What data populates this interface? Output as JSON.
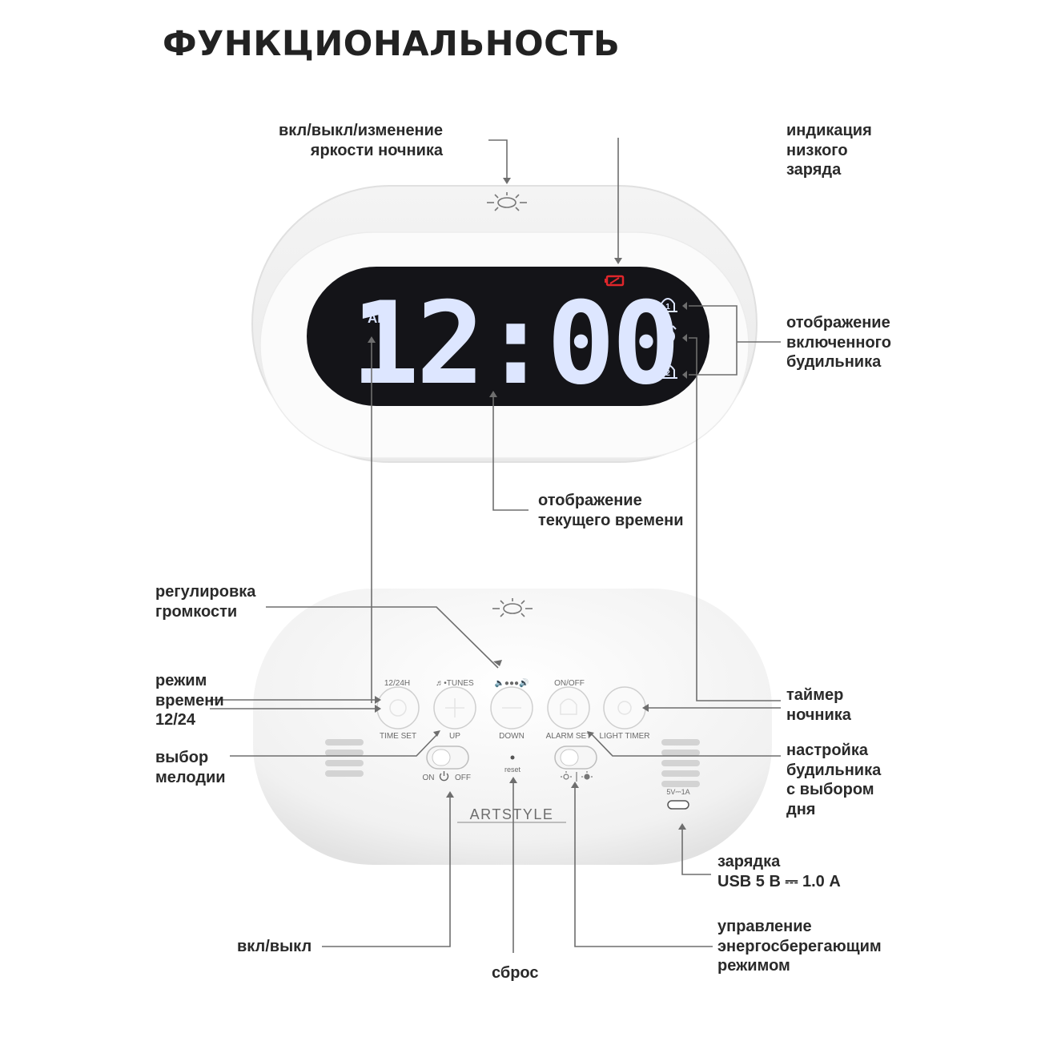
{
  "title": "ФУНКЦИОНАЛЬНОСТЬ",
  "display": {
    "ampm": "AM",
    "time": "12:00",
    "alarm1": "1",
    "alarm2": "2"
  },
  "back_panel": {
    "top_labels": [
      "12/24H",
      "♬•TUNES",
      "🔈●●●🔊",
      "ON/OFF"
    ],
    "bottom_labels": [
      "TIME SET",
      "UP",
      "DOWN",
      "ALARM SET",
      "LIGHT TIMER"
    ],
    "power_switch": {
      "on": "ON",
      "off": "OFF"
    },
    "reset": "reset",
    "usb": "5V⎓1A",
    "brand": "ARTSTYLE"
  },
  "labels": {
    "nightlight": [
      "вкл/выкл/изменение",
      "яркости ночника"
    ],
    "low_battery": [
      "индикация",
      "низкого",
      "заряда"
    ],
    "alarm_display": [
      "отображение",
      "включенного",
      "будильника"
    ],
    "time_display": [
      "отображение",
      "текущего времени"
    ],
    "volume": [
      "регулировка",
      "громкости"
    ],
    "mode_1224": [
      "режим",
      "времени",
      "12/24"
    ],
    "melody": [
      "выбор",
      "мелодии"
    ],
    "timer": [
      "таймер",
      "ночника"
    ],
    "alarm_set": [
      "настройка",
      "будильника",
      "с выбором",
      "дня"
    ],
    "charging": [
      "зарядка",
      "USB 5 В ⎓ 1.0 А"
    ],
    "power": [
      "вкл/выкл"
    ],
    "reset": [
      "сброс"
    ],
    "energy": [
      "управление",
      "энергосберегающим",
      "режимом"
    ]
  }
}
